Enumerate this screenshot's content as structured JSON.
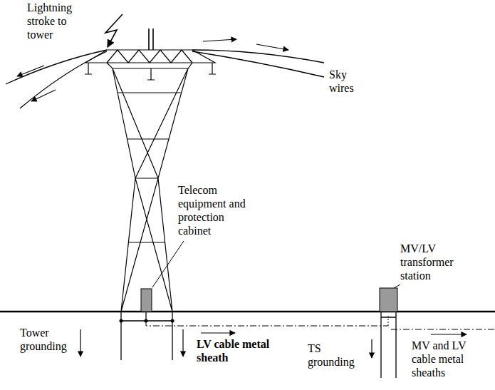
{
  "diagram": {
    "labels": [
      "Lightning stroke to tower",
      "Sky wires",
      "Telecom equipment and protection cabinet",
      "MV/LV transformer station",
      "Tower grounding",
      "LV cable metal sheath",
      "TS grounding",
      "MV and LV cable metal sheaths"
    ]
  }
}
